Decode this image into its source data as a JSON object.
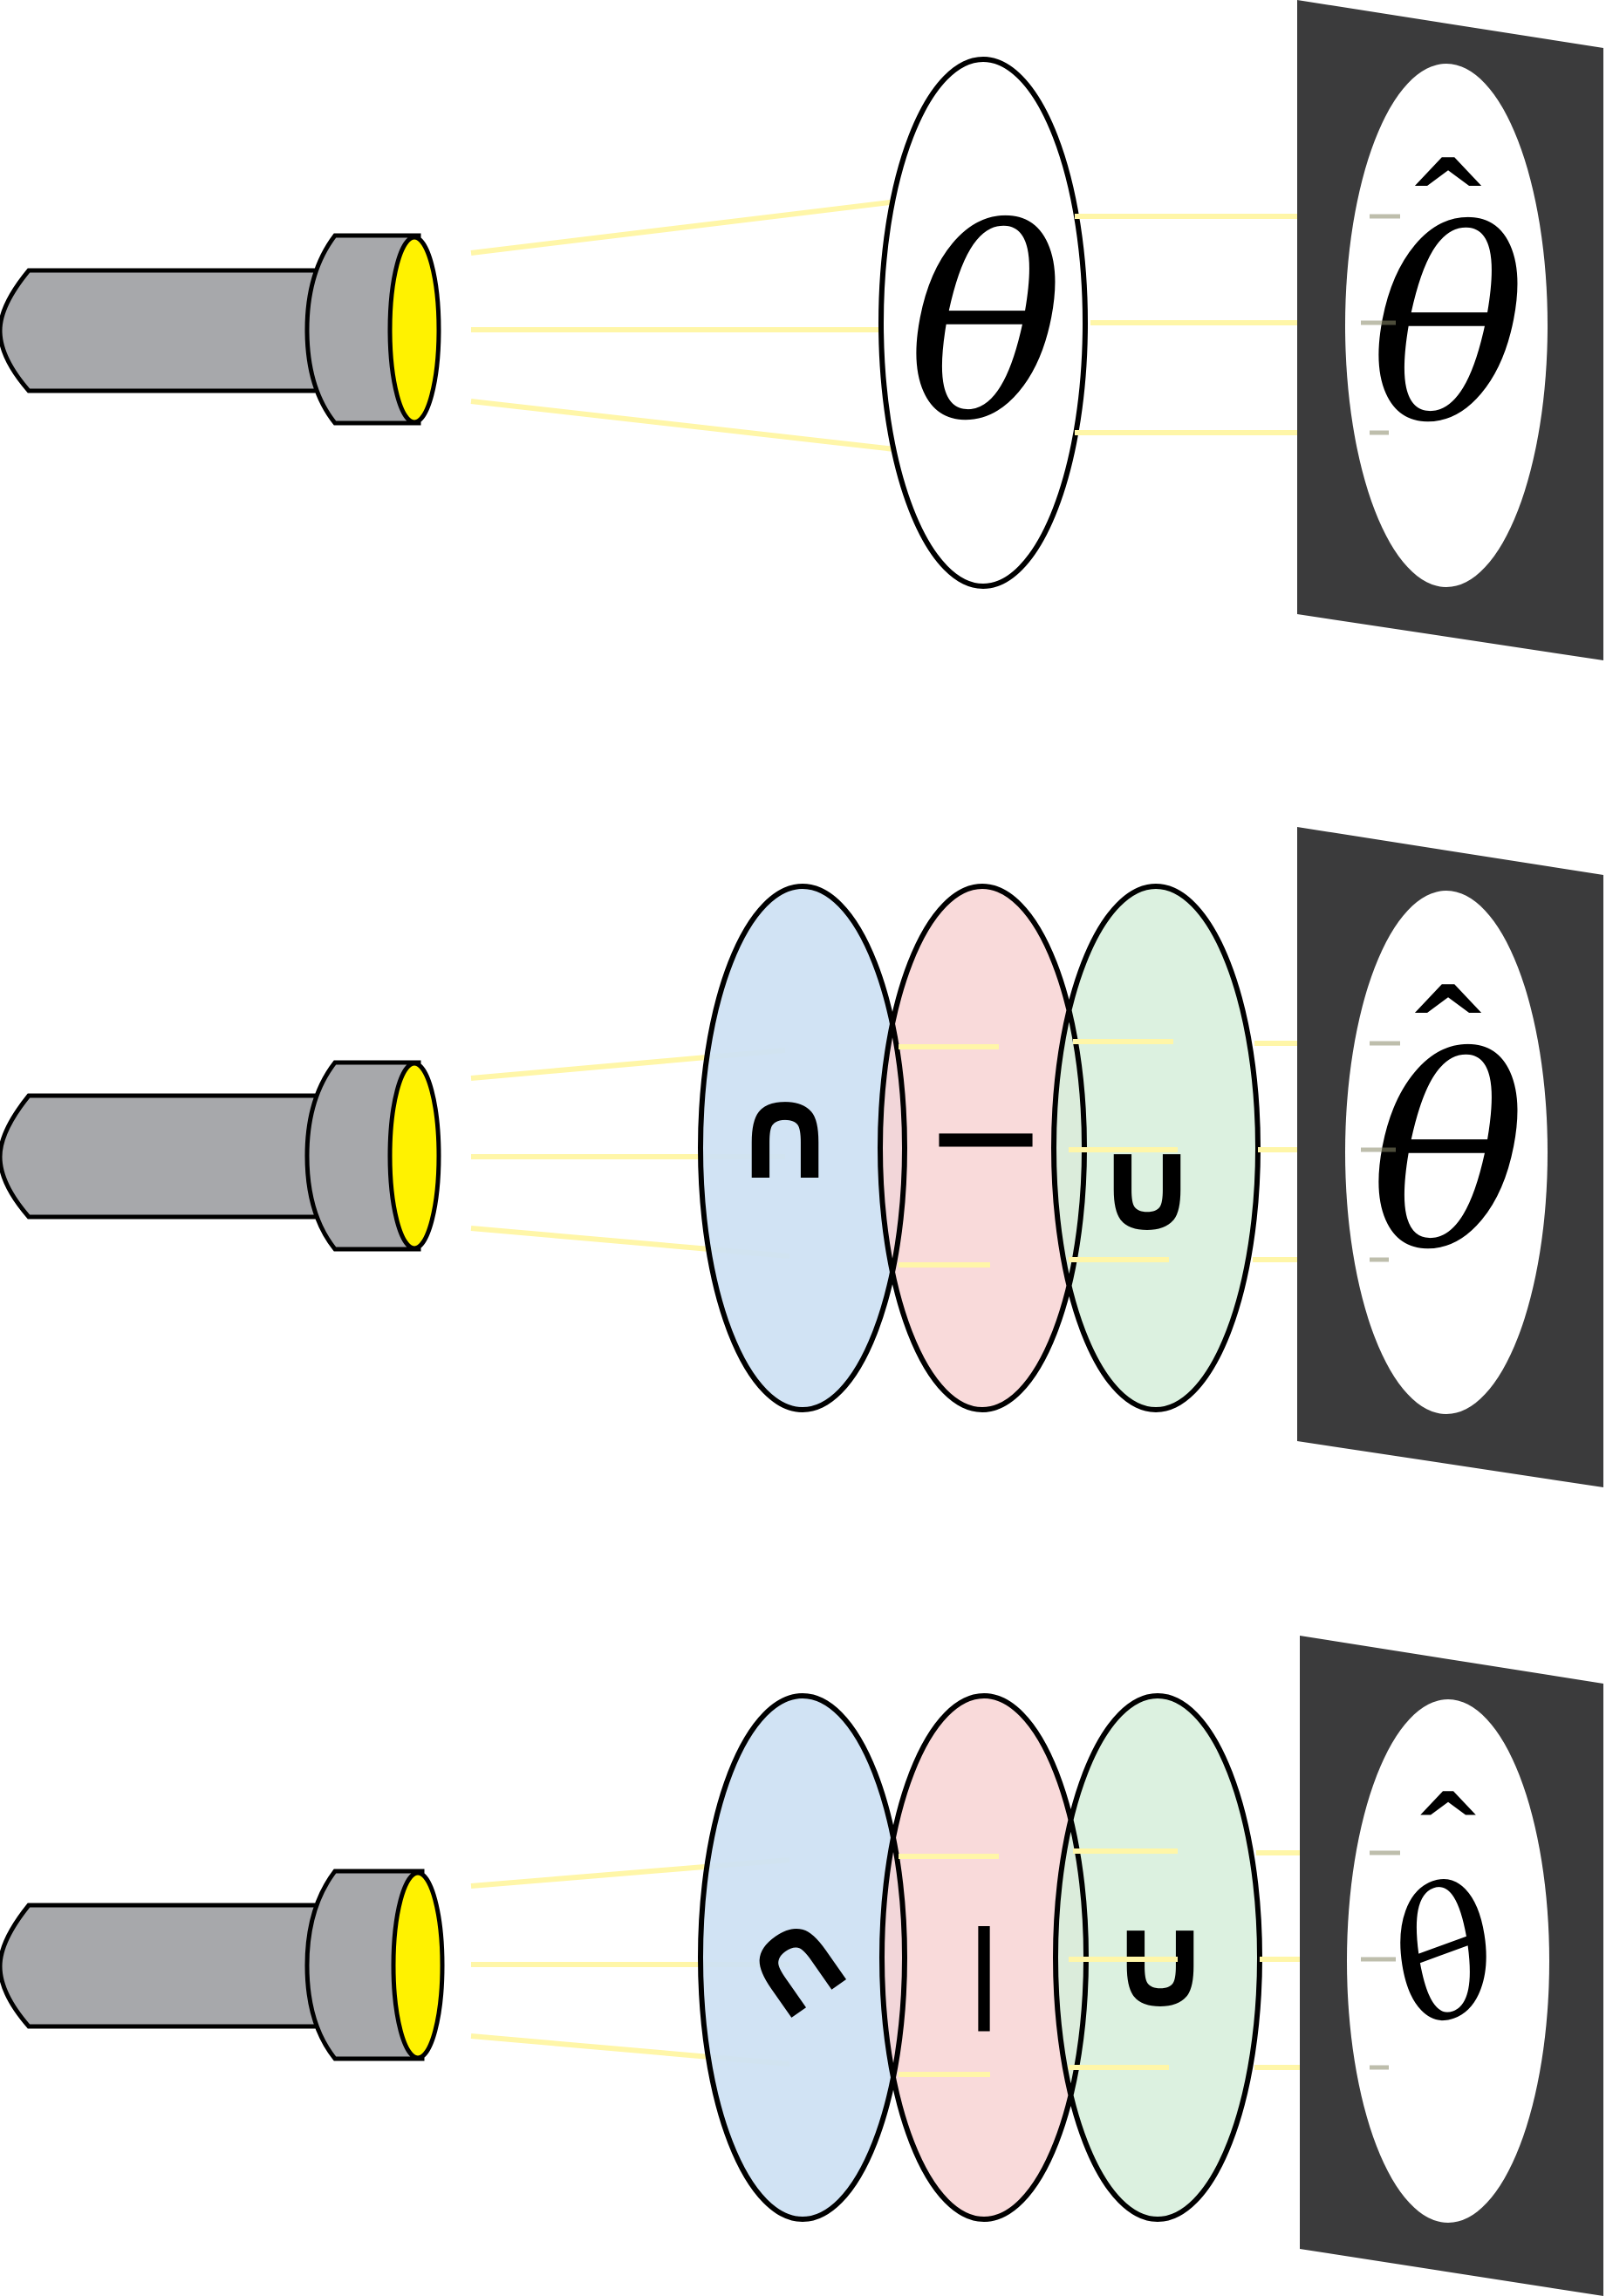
{
  "rows": [
    {
      "id": "direct",
      "object_symbol": "θ",
      "screen_image": "θ",
      "screen_hat": "^"
    },
    {
      "id": "aligned-pieces",
      "pieces": [
        "∩",
        "—",
        "∪"
      ],
      "screen_image": "θ",
      "screen_hat": "^"
    },
    {
      "id": "misaligned-pieces",
      "pieces": [
        "∩",
        "|",
        "∪"
      ],
      "screen_image": "θ",
      "screen_hat": "^"
    }
  ],
  "colors": {
    "flashlight_body": "#a7a8ab",
    "flashlight_lens": "#fff200",
    "light_ray": "#fff6a8",
    "screen": "#3b3b3c",
    "lens_blue": "#cfe2f3",
    "lens_red": "#f8d3d4",
    "lens_green": "#d6eedb",
    "outline": "#000000"
  }
}
